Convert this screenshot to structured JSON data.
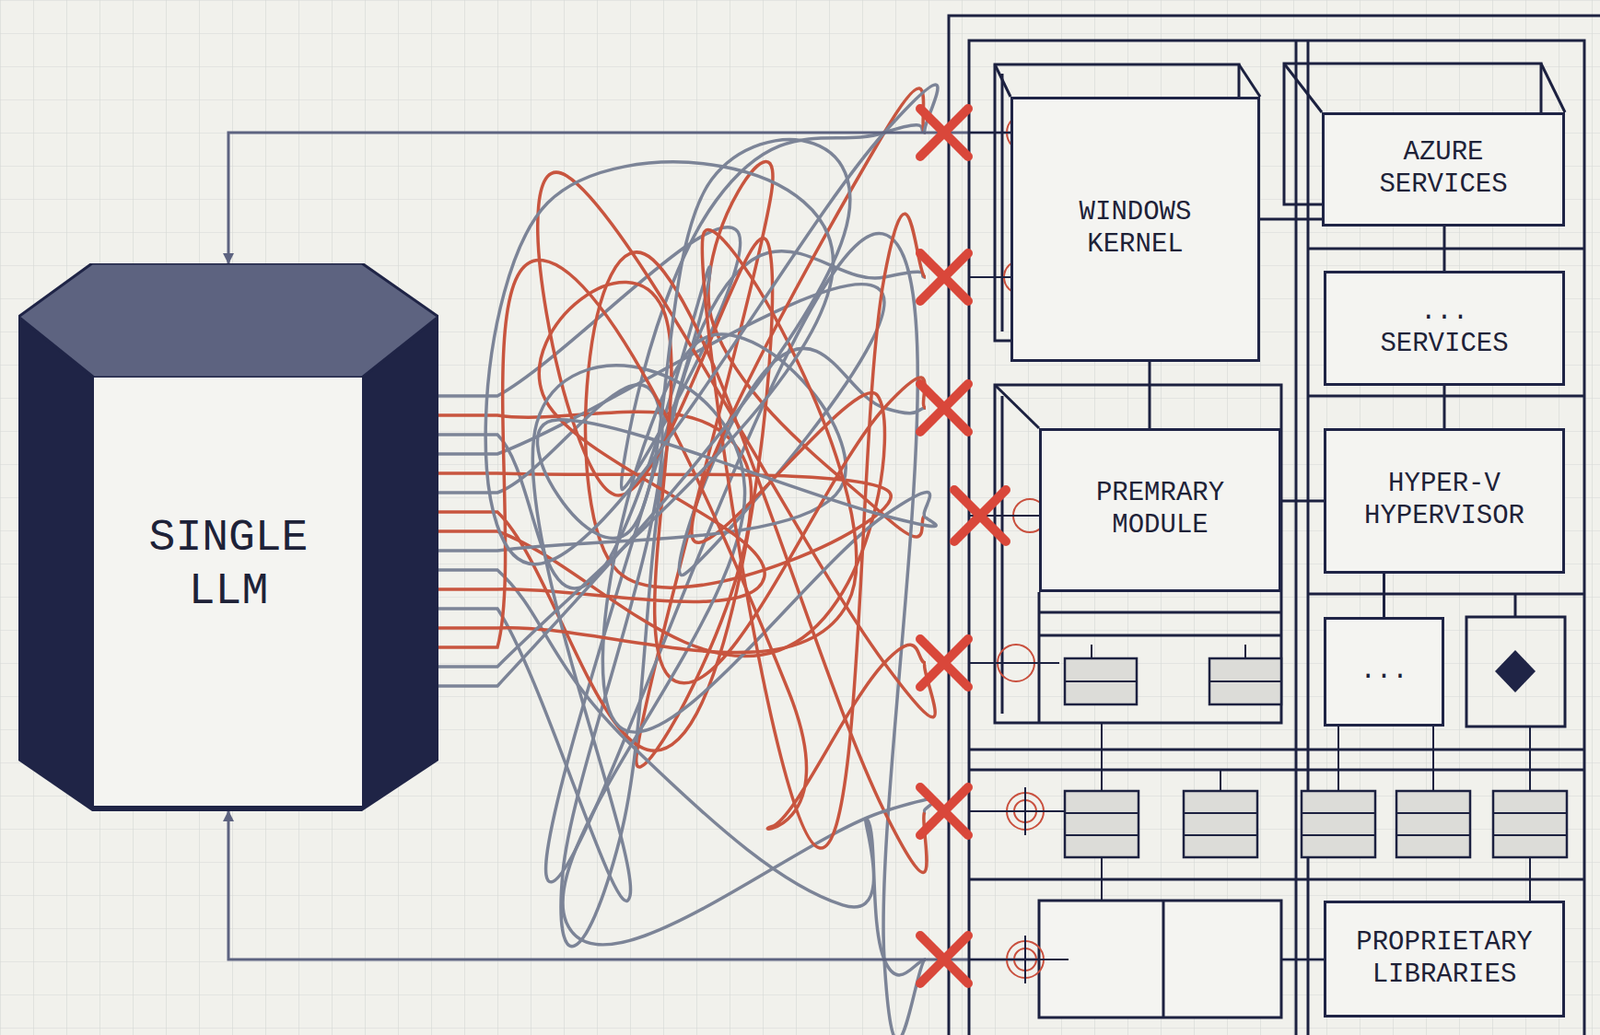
{
  "diagram": {
    "nodes": [
      {
        "text": [
          "SINGLE LLM"
        ]
      },
      {
        "text": [
          "WINDOWS KERNEL"
        ]
      },
      {
        "text": [
          "AZURE SERVICES"
        ]
      },
      {
        "text": [
          "... SERVICES"
        ]
      },
      {
        "text": [
          "PREMRARY MODULE"
        ]
      },
      {
        "text": [
          "HYPER-V HYPERVISOR"
        ]
      },
      {
        "text": [
          "..."
        ]
      },
      {
        "text": [
          "PROPRIETARY LIBRARIES"
        ]
      }
    ],
    "edges": [
      {
        "from": 1,
        "to": 0,
        "arrow": "to"
      },
      {
        "from": 7,
        "to": 0,
        "arrow": "to"
      },
      {
        "from": 1,
        "to": 2,
        "arrow": "none"
      },
      {
        "from": 2,
        "to": 3,
        "arrow": "none"
      },
      {
        "from": 1,
        "to": 4,
        "arrow": "none"
      },
      {
        "from": 3,
        "to": 5,
        "arrow": "none"
      },
      {
        "from": 4,
        "to": 5,
        "arrow": "none"
      },
      {
        "from": 5,
        "to": 6,
        "arrow": "none"
      }
    ]
  }
}
